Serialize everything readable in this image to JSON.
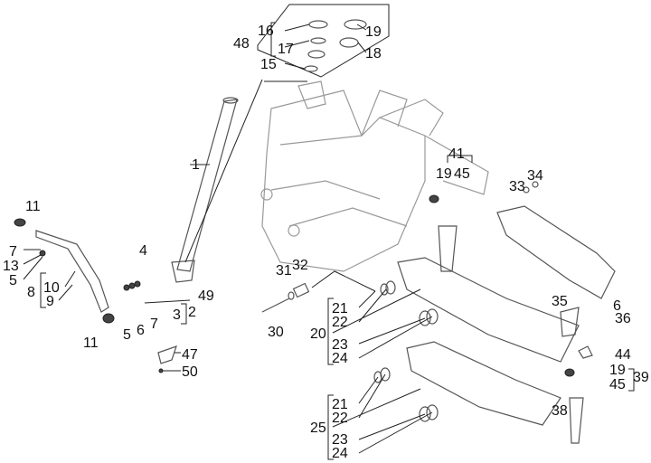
{
  "diagram": {
    "callouts": [
      {
        "id": "c48",
        "text": "48"
      },
      {
        "id": "c16",
        "text": "16"
      },
      {
        "id": "c17",
        "text": "17"
      },
      {
        "id": "c15",
        "text": "15"
      },
      {
        "id": "c19a",
        "text": "19"
      },
      {
        "id": "c18",
        "text": "18"
      },
      {
        "id": "c1",
        "text": "1"
      },
      {
        "id": "c41",
        "text": "41"
      },
      {
        "id": "c19b",
        "text": "19"
      },
      {
        "id": "c45a",
        "text": "45"
      },
      {
        "id": "c33",
        "text": "33"
      },
      {
        "id": "c34",
        "text": "34"
      },
      {
        "id": "c11a",
        "text": "11"
      },
      {
        "id": "c7a",
        "text": "7"
      },
      {
        "id": "c13",
        "text": "13"
      },
      {
        "id": "c5a",
        "text": "5"
      },
      {
        "id": "c8",
        "text": "8"
      },
      {
        "id": "c10",
        "text": "10"
      },
      {
        "id": "c9",
        "text": "9"
      },
      {
        "id": "c4",
        "text": "4"
      },
      {
        "id": "c49",
        "text": "49"
      },
      {
        "id": "c3",
        "text": "3"
      },
      {
        "id": "c2",
        "text": "2"
      },
      {
        "id": "c5b",
        "text": "5"
      },
      {
        "id": "c6a",
        "text": "6"
      },
      {
        "id": "c7b",
        "text": "7"
      },
      {
        "id": "c11b",
        "text": "11"
      },
      {
        "id": "c47",
        "text": "47"
      },
      {
        "id": "c50",
        "text": "50"
      },
      {
        "id": "c31",
        "text": "31"
      },
      {
        "id": "c32",
        "text": "32"
      },
      {
        "id": "c30",
        "text": "30"
      },
      {
        "id": "c21a",
        "text": "21"
      },
      {
        "id": "c22a",
        "text": "22"
      },
      {
        "id": "c20",
        "text": "20"
      },
      {
        "id": "c23a",
        "text": "23"
      },
      {
        "id": "c24a",
        "text": "24"
      },
      {
        "id": "c21b",
        "text": "21"
      },
      {
        "id": "c22b",
        "text": "22"
      },
      {
        "id": "c25",
        "text": "25"
      },
      {
        "id": "c23b",
        "text": "23"
      },
      {
        "id": "c24b",
        "text": "24"
      },
      {
        "id": "c35",
        "text": "35"
      },
      {
        "id": "c6b",
        "text": "6"
      },
      {
        "id": "c36",
        "text": "36"
      },
      {
        "id": "c44",
        "text": "44"
      },
      {
        "id": "c19c",
        "text": "19"
      },
      {
        "id": "c45b",
        "text": "45"
      },
      {
        "id": "c39",
        "text": "39"
      },
      {
        "id": "c38",
        "text": "38"
      }
    ]
  }
}
